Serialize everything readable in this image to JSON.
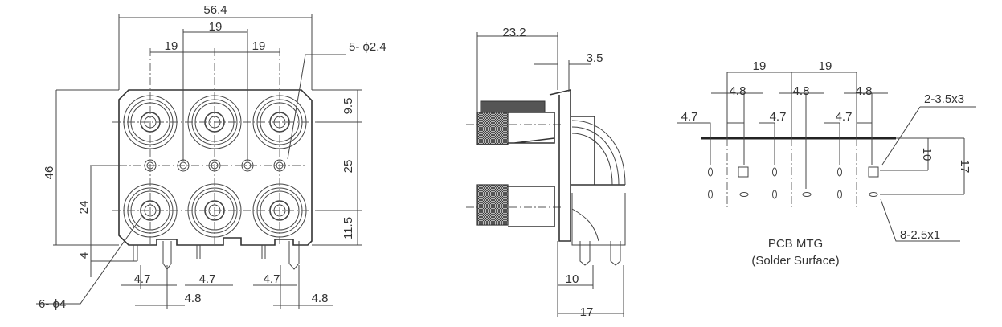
{
  "front_view": {
    "dim_overall_width": "56.4",
    "dim_pitch_center": "19",
    "dim_pitch_left": "19",
    "dim_pitch_right": "19",
    "dim_small_holes": "5- ϕ2.4",
    "dim_height": "46",
    "dim_lower_row": "24",
    "dim_pin_length": "4",
    "dim_top_offset": "9.5",
    "dim_row_spacing": "25",
    "dim_bottom_offset": "11.5",
    "dim_pin_offset_1": "4.7",
    "dim_pin_offset_2": "4.7",
    "dim_pin_offset_3": "4.7",
    "dim_pin_spacing_1": "4.8",
    "dim_pin_spacing_2": "4.8",
    "dim_jack_holes": "6- ϕ4"
  },
  "side_view": {
    "dim_depth": "23.2",
    "dim_plate": "3.5",
    "dim_pin_front": "10",
    "dim_pin_rear": "17"
  },
  "pcb_view": {
    "dim_pitch_1": "19",
    "dim_pitch_2": "19",
    "dim_pad_1": "4.8",
    "dim_pad_2": "4.8",
    "dim_pad_3": "4.8",
    "dim_offset_1": "4.7",
    "dim_offset_2": "4.7",
    "dim_offset_3": "4.7",
    "dim_slot_label": "2-3.5x3",
    "dim_row_1": "10",
    "dim_row_2": "17",
    "dim_hole_label": "8-2.5x1",
    "title": "PCB MTG",
    "subtitle": "(Solder Surface)"
  }
}
